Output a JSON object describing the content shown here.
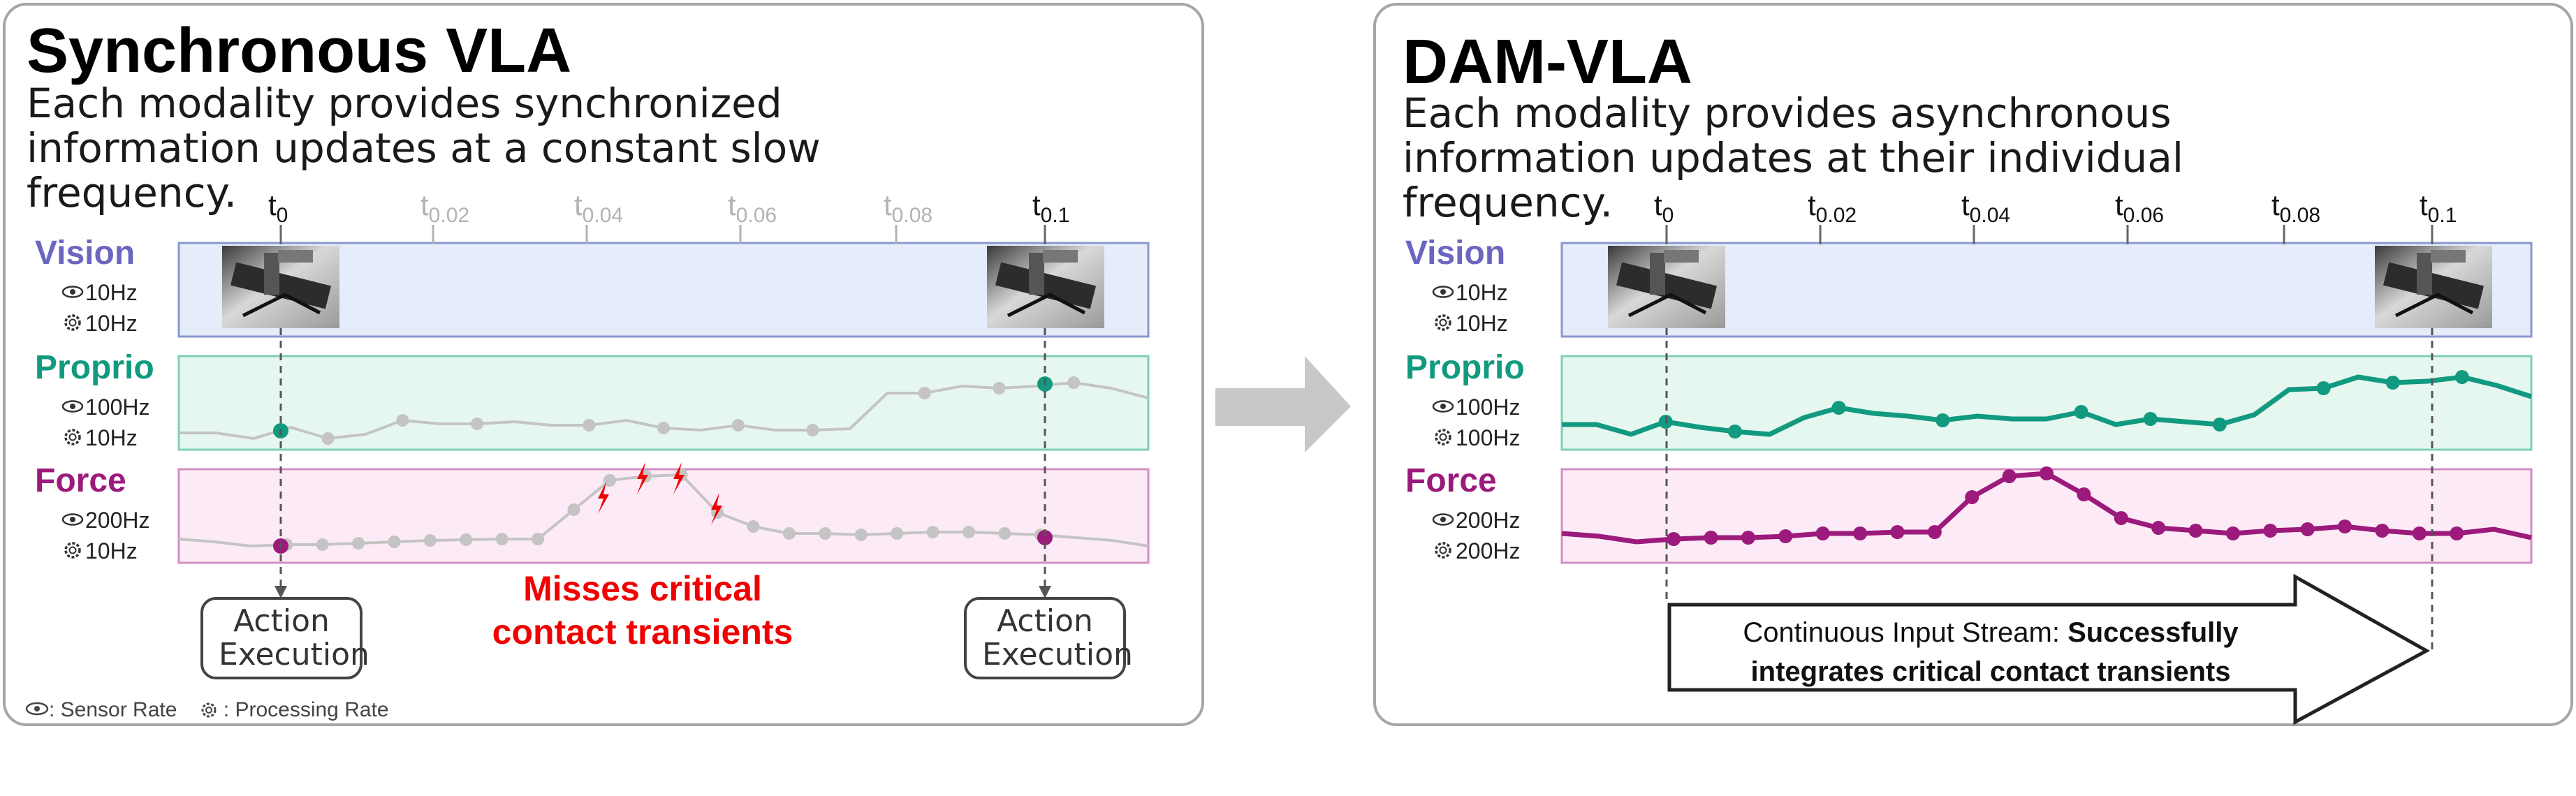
{
  "left": {
    "title": "Synchronous VLA",
    "subtitle": "Each modality provides synchronized information updates at a constant slow frequency.",
    "ticks": [
      {
        "label": "t",
        "sub": "0",
        "active": true
      },
      {
        "label": "t",
        "sub": "0.02",
        "active": false
      },
      {
        "label": "t",
        "sub": "0.04",
        "active": false
      },
      {
        "label": "t",
        "sub": "0.06",
        "active": false
      },
      {
        "label": "t",
        "sub": "0.08",
        "active": false
      },
      {
        "label": "t",
        "sub": "0.1",
        "active": true
      }
    ],
    "rows": [
      {
        "name": "Vision",
        "sensor": "10Hz",
        "processing": "10Hz"
      },
      {
        "name": "Proprio",
        "sensor": "100Hz",
        "processing": "10Hz"
      },
      {
        "name": "Force",
        "sensor": "200Hz",
        "processing": "10Hz"
      }
    ],
    "action_label": "Action Execution",
    "warning": "Misses critical contact transients",
    "legend": {
      "sensor": ": Sensor Rate",
      "processing": ": Processing Rate"
    }
  },
  "right": {
    "title": "DAM-VLA",
    "subtitle": "Each modality provides asynchronous information updates at their individual frequency.",
    "ticks": [
      {
        "label": "t",
        "sub": "0"
      },
      {
        "label": "t",
        "sub": "0.02"
      },
      {
        "label": "t",
        "sub": "0.04"
      },
      {
        "label": "t",
        "sub": "0.06"
      },
      {
        "label": "t",
        "sub": "0.08"
      },
      {
        "label": "t",
        "sub": "0.1"
      }
    ],
    "rows": [
      {
        "name": "Vision",
        "sensor": "10Hz",
        "processing": "10Hz"
      },
      {
        "name": "Proprio",
        "sensor": "100Hz",
        "processing": "100Hz"
      },
      {
        "name": "Force",
        "sensor": "200Hz",
        "processing": "200Hz"
      }
    ],
    "stream_prefix": "Continuous Input Stream: ",
    "stream_bold": "Successfully integrates critical contact transients"
  },
  "colors": {
    "vision": "#6b66c0",
    "proprio": "#119a80",
    "force": "#9c1a7c",
    "gray": "#c4c4c4",
    "warning": "#f00000"
  },
  "icons": {
    "sensor": "eye-icon",
    "processing": "gear-icon"
  }
}
